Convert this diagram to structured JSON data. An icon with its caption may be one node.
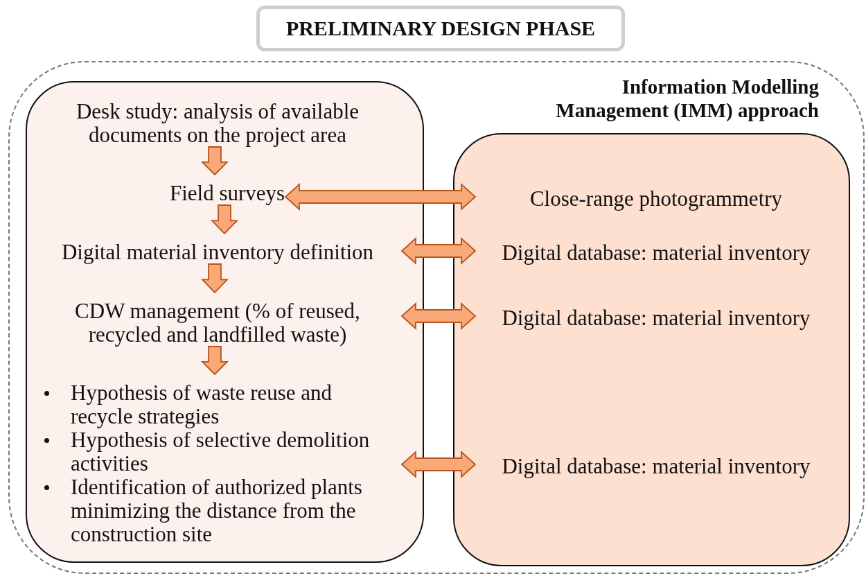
{
  "diagram": {
    "nodes": [
      {
        "text": [
          "PRELIMINARY DESIGN PHASE"
        ]
      },
      {
        "text": [
          "Information Modelling Management (IMM) approach"
        ]
      },
      {
        "text": [],
        "shape": "box",
        "in": 1
      },
      {
        "text": [
          "Desk study: analysis of available documents on the project area"
        ],
        "in": 2
      },
      {
        "text": [
          "Field surveys"
        ],
        "in": 2
      },
      {
        "text": [
          "Digital material inventory definition"
        ],
        "in": 2
      },
      {
        "text": [
          "CDW management (% of reused, recycled and landfilled waste)"
        ],
        "in": 2
      },
      {
        "text": [
          "Hypothesis of waste reuse and recycle strategies",
          "Hypothesis of selective demolition activities",
          "Identification of authorized plants minimizing the distance from the construction site"
        ],
        "in": 2
      },
      {
        "text": [],
        "shape": "box",
        "in": 1
      },
      {
        "text": [
          "Close-range photogrammetry"
        ],
        "in": 8
      },
      {
        "text": [
          "Digital database: material inventory"
        ],
        "in": 8
      },
      {
        "text": [
          "Digital database: material inventory"
        ],
        "in": 8
      },
      {
        "text": [
          "Digital database: material inventory"
        ],
        "in": 8
      }
    ],
    "edges": [
      {
        "from": 3,
        "to": 4,
        "arrow": "to"
      },
      {
        "from": 4,
        "to": 5,
        "arrow": "to"
      },
      {
        "from": 5,
        "to": 6,
        "arrow": "to"
      },
      {
        "from": 6,
        "to": 7,
        "arrow": "to"
      },
      {
        "from": 4,
        "to": 9,
        "arrow": "both"
      },
      {
        "from": 5,
        "to": 10,
        "arrow": "both"
      },
      {
        "from": 6,
        "to": 11,
        "arrow": "both"
      },
      {
        "from": 7,
        "to": 12,
        "arrow": "both"
      }
    ]
  }
}
